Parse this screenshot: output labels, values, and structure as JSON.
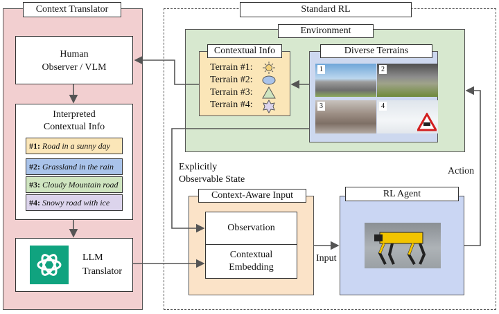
{
  "context_translator": {
    "title": "Context Translator",
    "human_observer_line1": "Human",
    "human_observer_line2": "Observer / VLM",
    "interpreted_title_line1": "Interpreted",
    "interpreted_title_line2": "Contextual Info",
    "items": [
      {
        "num": "#1:",
        "text": "Road in a sunny day",
        "color": "#fbe6b8"
      },
      {
        "num": "#2:",
        "text": "Grassland in the rain",
        "color": "#a9c3ea"
      },
      {
        "num": "#3:",
        "text": "Cloudy Mountain road",
        "color": "#cfe5c0"
      },
      {
        "num": "#4:",
        "text": "Snowy road with ice",
        "color": "#dcd4ec"
      }
    ],
    "llm_line1": "LLM",
    "llm_line2": "Translator"
  },
  "standard_rl": {
    "title": "Standard RL",
    "environment_title": "Environment",
    "contextual_info_title": "Contextual Info",
    "terrains": [
      {
        "label": "Terrain #1:",
        "icon": "sun-icon"
      },
      {
        "label": "Terrain #2:",
        "icon": "cloud-icon"
      },
      {
        "label": "Terrain #3:",
        "icon": "triangle-icon"
      },
      {
        "label": "Terrain #4:",
        "icon": "star-icon"
      }
    ],
    "diverse_terrains_title": "Diverse Terrains",
    "photo_numbers": [
      "1",
      "2",
      "3",
      "4"
    ],
    "explicit_line1": "Explicitly",
    "explicit_line2": "Observable State",
    "context_aware_title": "Context-Aware Input",
    "observation": "Observation",
    "embedding_line1": "Contextual",
    "embedding_line2": "Embedding",
    "input_label": "Input",
    "rl_agent_title": "RL Agent",
    "action_label": "Action"
  },
  "colors": {
    "translator_bg": "#f2cfd0",
    "environment_bg": "#d7e8cf",
    "contextual_bg": "#fbe6b8",
    "terrains_bg": "#cdd8ef",
    "input_bg": "#fbe3c8",
    "agent_bg": "#cad6f3",
    "openai_green": "#10a37f"
  }
}
